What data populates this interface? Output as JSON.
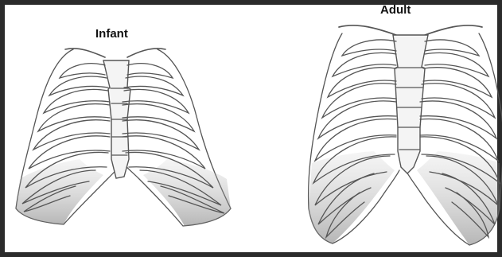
{
  "labels": {
    "infant": "Infant",
    "adult": "Adult"
  },
  "colors": {
    "frame": "#2b2b2b",
    "background": "#ffffff",
    "outline": "#555555",
    "shading": "#9a9a9a"
  },
  "figures": [
    {
      "id": "infant-rib-cage",
      "icon": "infant-thorax-illustration"
    },
    {
      "id": "adult-rib-cage",
      "icon": "adult-thorax-illustration"
    }
  ]
}
